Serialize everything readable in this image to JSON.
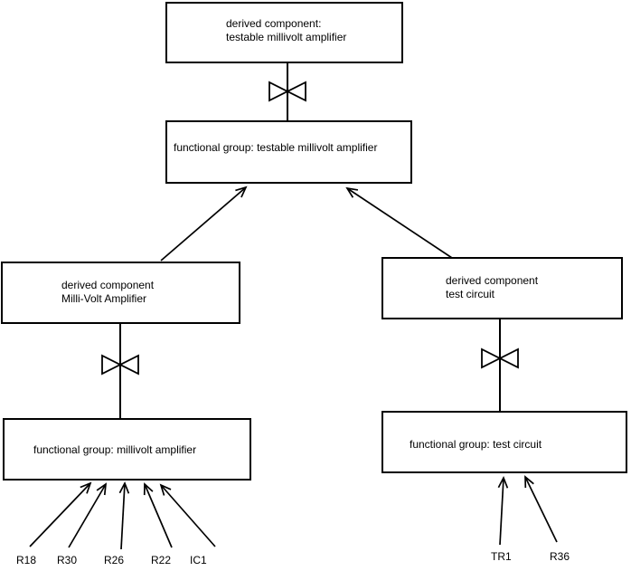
{
  "diagram": {
    "title_hint": "component decomposition hierarchy",
    "colors": {
      "background": "#ffffff",
      "line": "#000000",
      "text": "#000000"
    },
    "boxes": {
      "top_derived": {
        "line1": "derived component:",
        "line2": "testable millivolt amplifier"
      },
      "top_functional": {
        "label": "functional group: testable millivolt amplifier"
      },
      "left_derived": {
        "line1": "derived component",
        "line2": "Milli-Volt Amplifier"
      },
      "left_functional": {
        "label": "functional group: millivolt amplifier"
      },
      "right_derived": {
        "line1": "derived component",
        "line2": "test circuit"
      },
      "right_functional": {
        "label": "functional group: test circuit"
      }
    },
    "components_left": [
      "R18",
      "R30",
      "R26",
      "R22",
      "IC1"
    ],
    "components_right": [
      "TR1",
      "R36"
    ],
    "symbols": {
      "bowtie": "decomposition / refinement bowtie symbol",
      "arrowhead": "open barbed arrowhead"
    }
  }
}
